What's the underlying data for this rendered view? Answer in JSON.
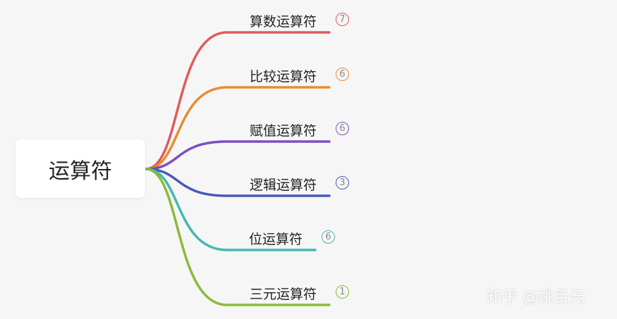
{
  "root": {
    "label": "运算符"
  },
  "branches": [
    {
      "label": "算数运算符",
      "count": "7",
      "color": "#e05a5a"
    },
    {
      "label": "比较运算符",
      "count": "6",
      "color": "#e58e2f"
    },
    {
      "label": "赋值运算符",
      "count": "6",
      "color": "#7b4fc4"
    },
    {
      "label": "逻辑运算符",
      "count": "3",
      "color": "#4a5ab8"
    },
    {
      "label": "位运算符",
      "count": "6",
      "color": "#45b8b0"
    },
    {
      "label": "三元运算符",
      "count": "1",
      "color": "#8abb3c"
    }
  ],
  "watermark": "知乎 @姚目元"
}
